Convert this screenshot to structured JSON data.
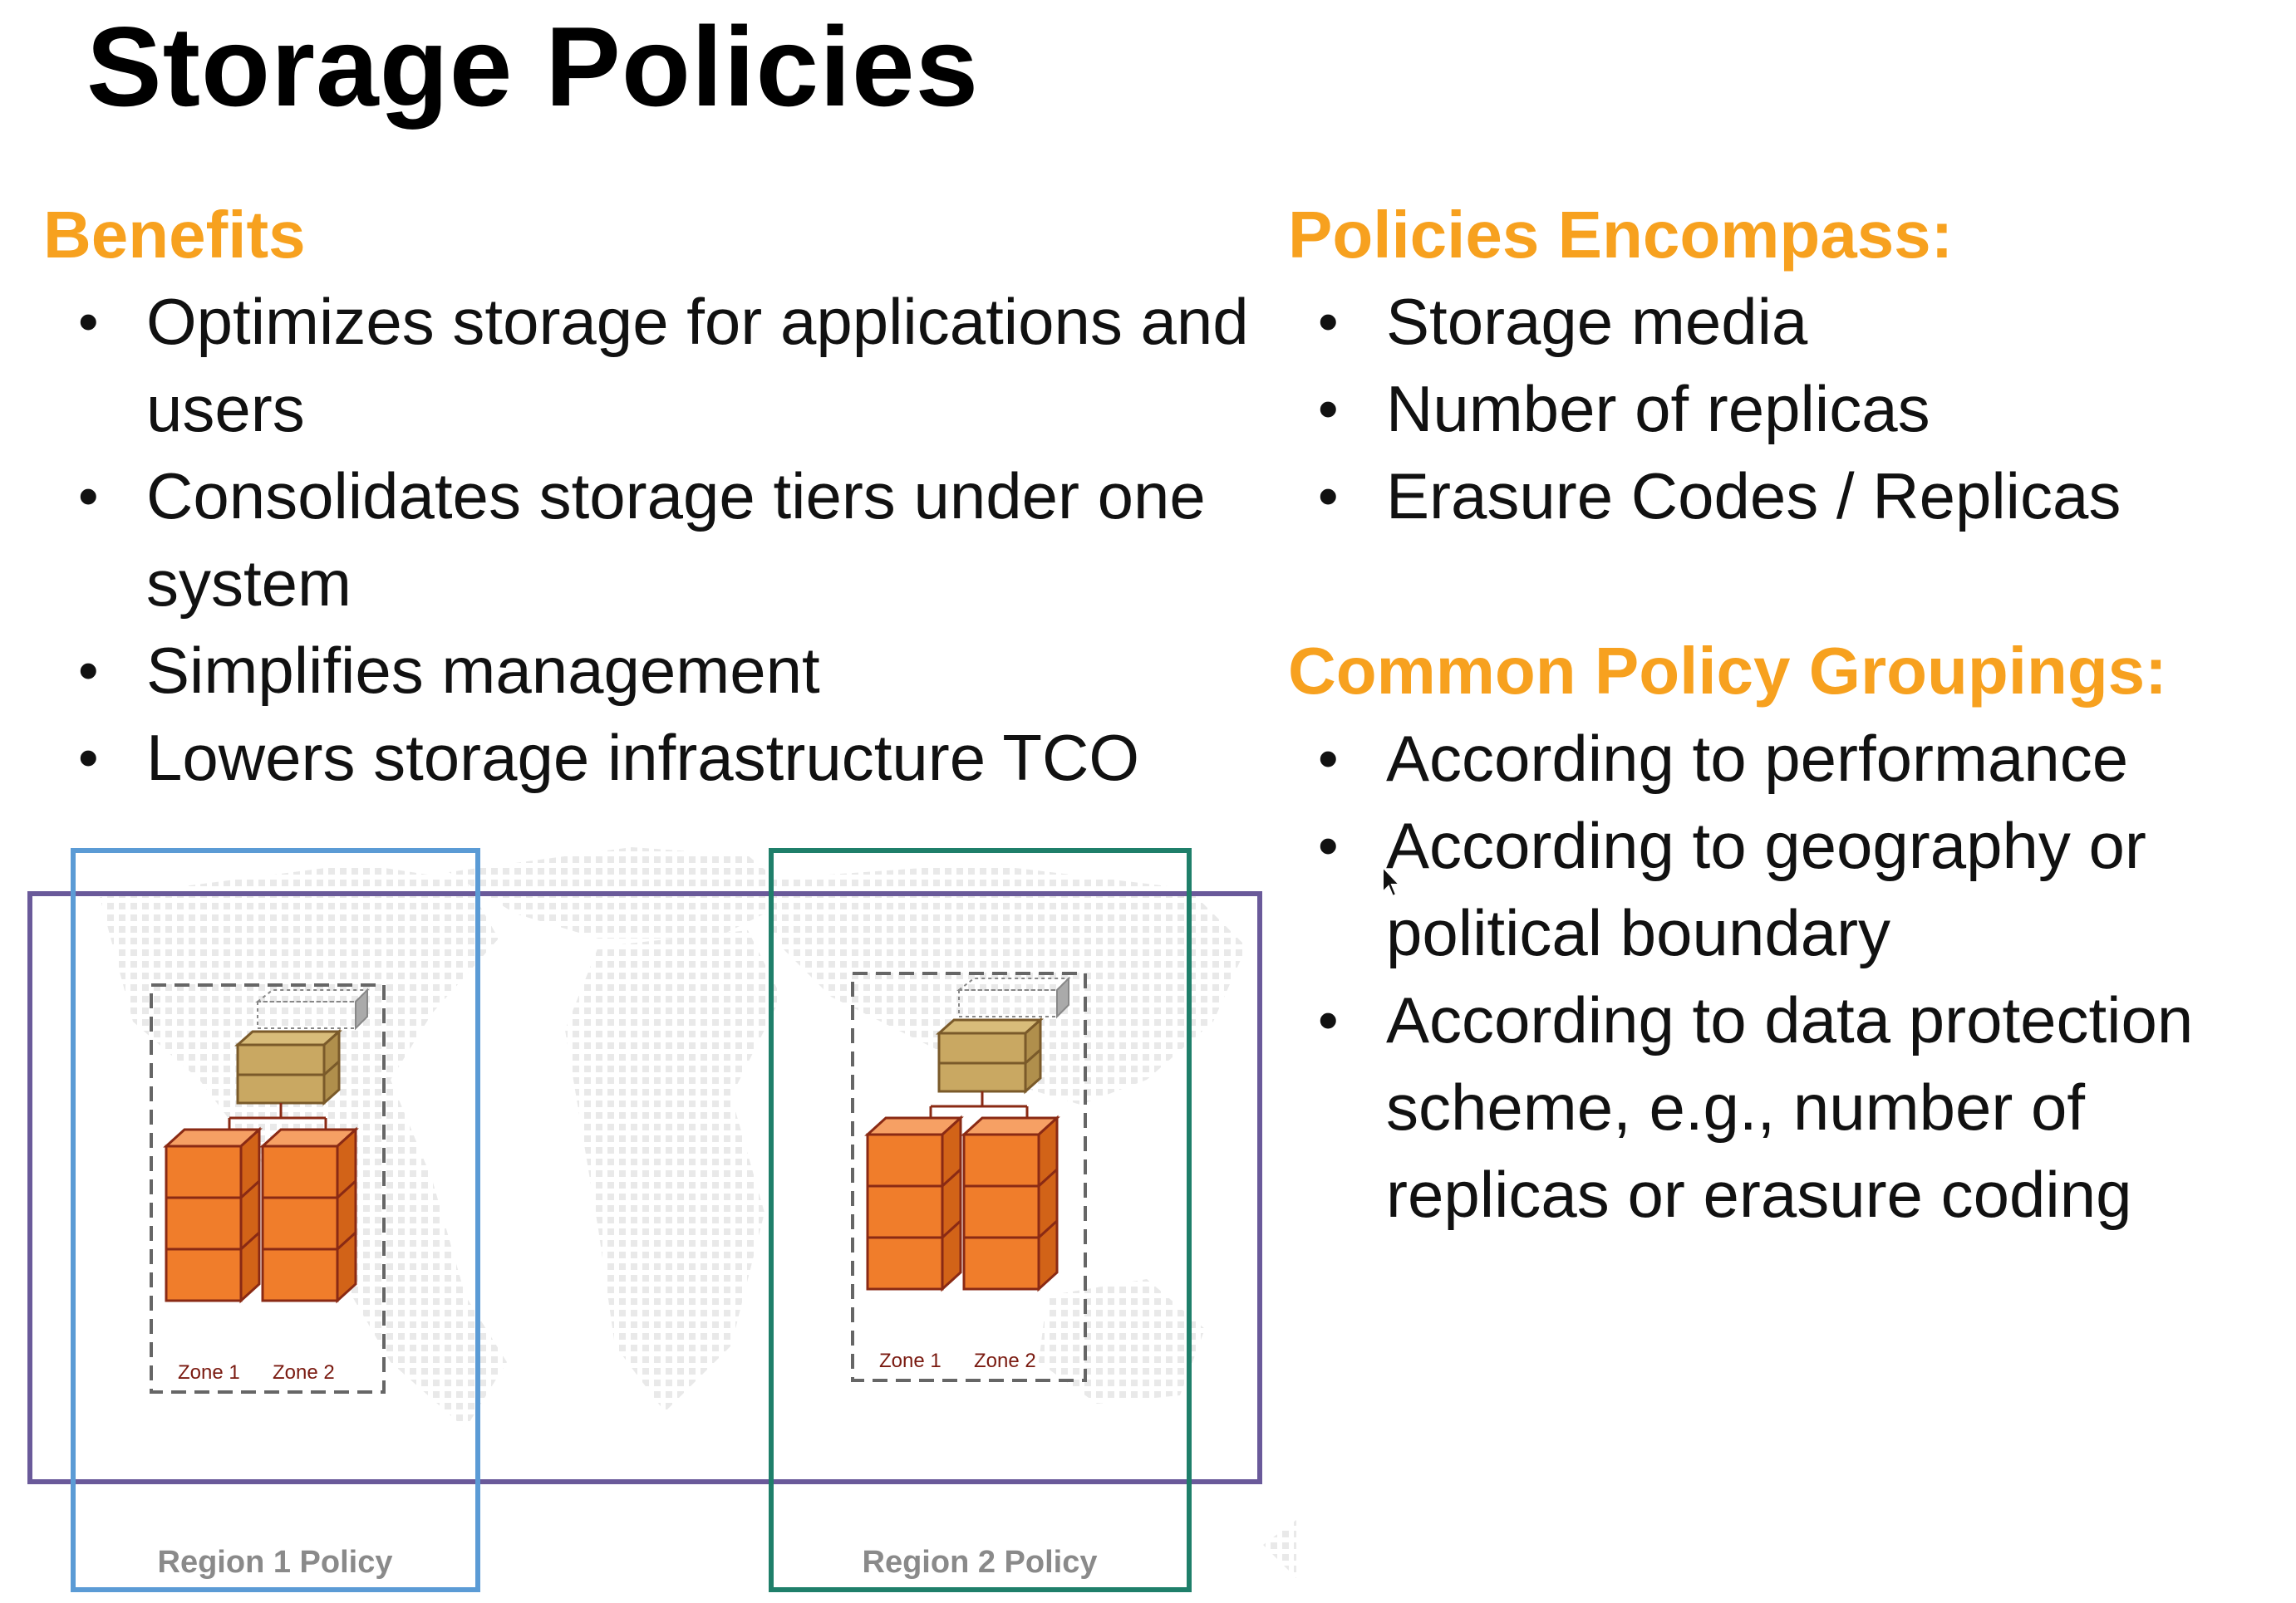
{
  "slide": {
    "title": "Storage Policies"
  },
  "benefits": {
    "heading": "Benefits",
    "items": [
      "Optimizes storage for applications and users",
      "Consolidates storage tiers under one system",
      "Simplifies management",
      "Lowers storage infrastructure TCO"
    ]
  },
  "policies_encompass": {
    "heading": "Policies Encompass:",
    "items": [
      "Storage media",
      "Number of replicas",
      "Erasure Codes / Replicas"
    ]
  },
  "common_groupings": {
    "heading": "Common Policy Groupings:",
    "items": [
      "According to performance",
      "According to geography or political boundary",
      "According to data protection scheme, e.g., number of replicas or erasure coding"
    ]
  },
  "diagram": {
    "region1_label": "Region 1 Policy",
    "region2_label": "Region 2 Policy",
    "zone1_label": "Zone 1",
    "zone2_label": "Zone 2",
    "colors": {
      "heading_orange": "#f7a11f",
      "region1_border": "#5b9bd5",
      "region2_border": "#1f7f6a",
      "global_border": "#6a5a9a",
      "disk_orange": "#f07d2b",
      "node_tan": "#c9a862"
    }
  }
}
